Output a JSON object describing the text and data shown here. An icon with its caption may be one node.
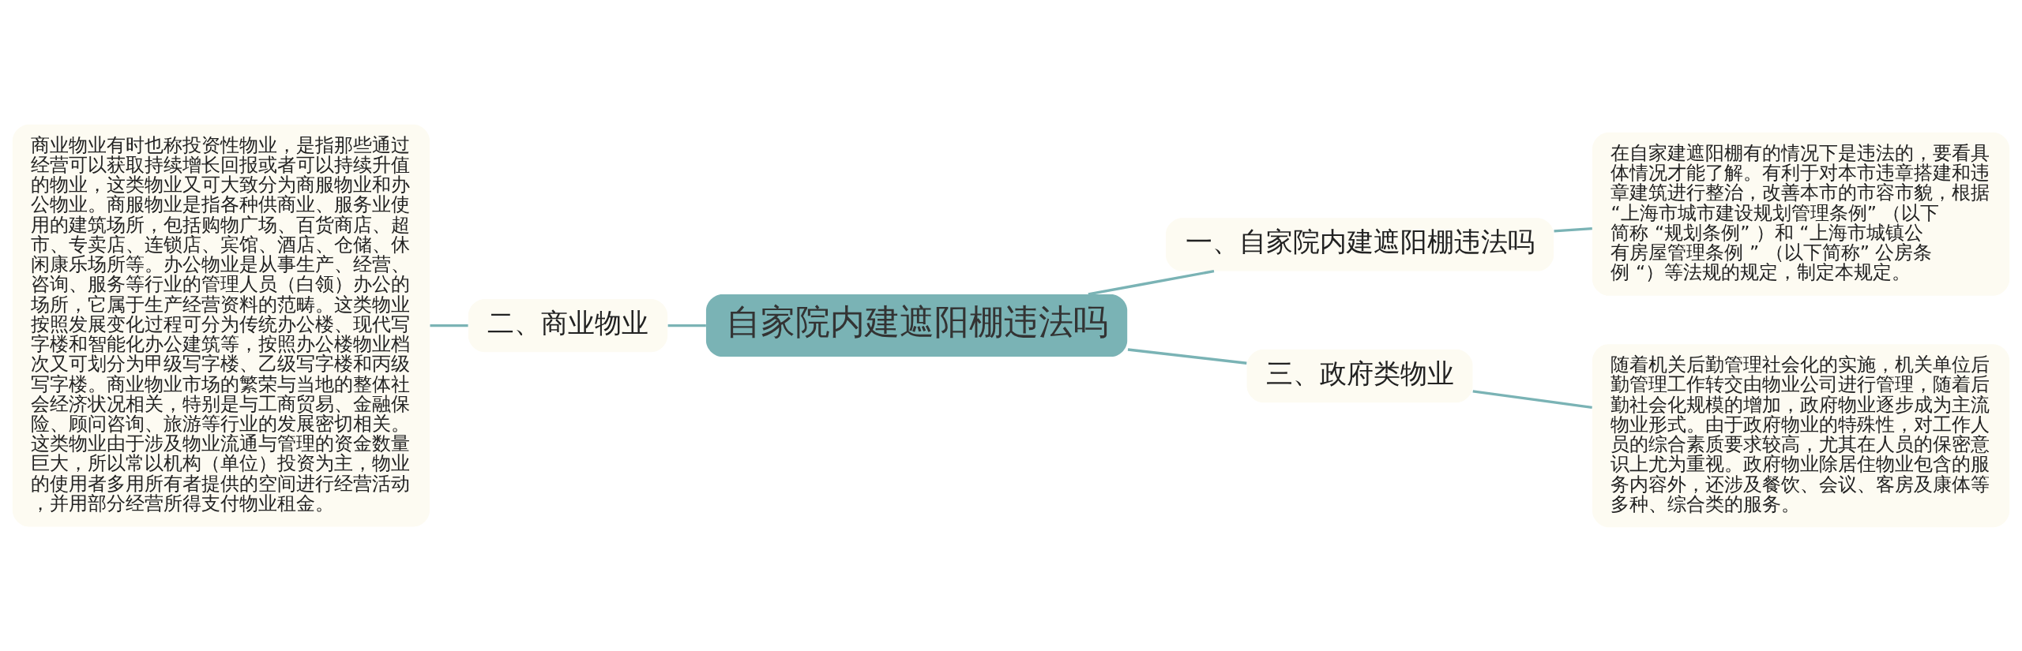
{
  "diagram": {
    "nodes": [
      {
        "text": [
          "自家院内建遮阳棚违法吗"
        ]
      },
      {
        "text": [
          "一、自家院内建遮阳棚违法吗"
        ]
      },
      {
        "text": [
          "在自家建遮阳棚有的情况下是违法的，要看具体情况才能了解。有利于对本市违章搭建和违章建筑进行整治，改善本市的市容市貌，根据 “上海市城市建设规划管理条例” （以下简称 “规划条例” ）和 “上海市城镇公有房屋管理条例 ” （以下简称” 公房条例 “）等法规的规定，制定本规定。"
        ]
      },
      {
        "text": [
          "三、政府类物业"
        ]
      },
      {
        "text": [
          "随着机关后勤管理社会化的实施，机关单位后勤管理工作转交由物业公司进行管理，随着后勤社会化规模的增加，政府物业逐步成为主流物业形式。由于政府物业的特殊性，对工作人员的综合素质要求较高，尤其在人员的保密意识上尤为重视。政府物业除居住物业包含的服务内容外，还涉及餐饮、会议、客房及康体等多种、综合类的服务。"
        ]
      },
      {
        "text": [
          "二、商业物业"
        ]
      },
      {
        "text": [
          "商业物业有时也称投资性物业，是指那些通过经营可以获取持续增长回报或者可以持续升值的物业，这类物业又可大致分为商服物业和办公物业。商服物业是指各种供商业、服务业使用的建筑场所，包括购物广场、百货商店、超市、专卖店、连锁店、宾馆、酒店、仓储、休闲康乐场所等。办公物业是从事生产、经营、咨询、服务等行业的管理人员（白领）办公的场所，它属于生产经营资料的范畴。这类物业按照发展变化过程可分为传统办公楼、现代写字楼和智能化办公建筑等，按照办公楼物业档次又可划分为甲级写字楼、乙级写字楼和丙级写字楼。商业物业市场的繁荣与当地的整体社会经济状况相关，特别是与工商贸易、金融保险、顾问咨询、旅游等行业的发展密切相关。这类物业由于涉及物业流通与管理的资金数量巨大，所以常以机构（单位）投资为主，物业的使用者多用所有者提供的空间进行经营活动，并用部分经营所得支付物业租金。"
        ]
      }
    ],
    "edges": [
      {
        "from": 6,
        "to": 5,
        "arrow": "none"
      },
      {
        "from": 5,
        "to": 0,
        "arrow": "none"
      },
      {
        "from": 0,
        "to": 1,
        "arrow": "none"
      },
      {
        "from": 1,
        "to": 2,
        "arrow": "none"
      },
      {
        "from": 0,
        "to": 3,
        "arrow": "none"
      },
      {
        "from": 3,
        "to": 4,
        "arrow": "none"
      }
    ]
  }
}
